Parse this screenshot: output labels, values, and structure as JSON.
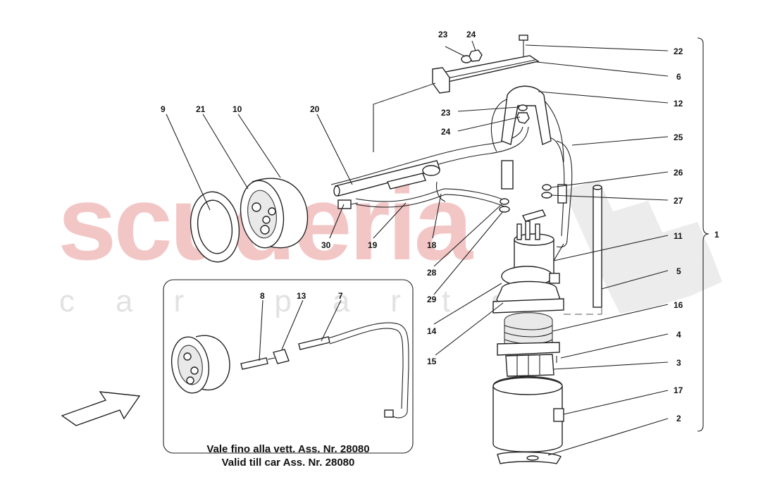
{
  "watermark": {
    "brand": "scuderia",
    "sub": "car parts"
  },
  "inset_caption": {
    "line1": "Vale fino alla vett. Ass. Nr. 28080",
    "line2": "Valid till car Ass. Nr. 28080"
  },
  "callouts": [
    "1",
    "2",
    "3",
    "4",
    "5",
    "6",
    "7",
    "8",
    "9",
    "10",
    "11",
    "12",
    "13",
    "14",
    "15",
    "16",
    "17",
    "18",
    "19",
    "20",
    "21",
    "22",
    "23",
    "24",
    "25",
    "26",
    "27",
    "28",
    "29",
    "30"
  ],
  "callout_groups": {
    "top": [
      "23",
      "24"
    ],
    "mid": [
      "23",
      "24"
    ]
  }
}
